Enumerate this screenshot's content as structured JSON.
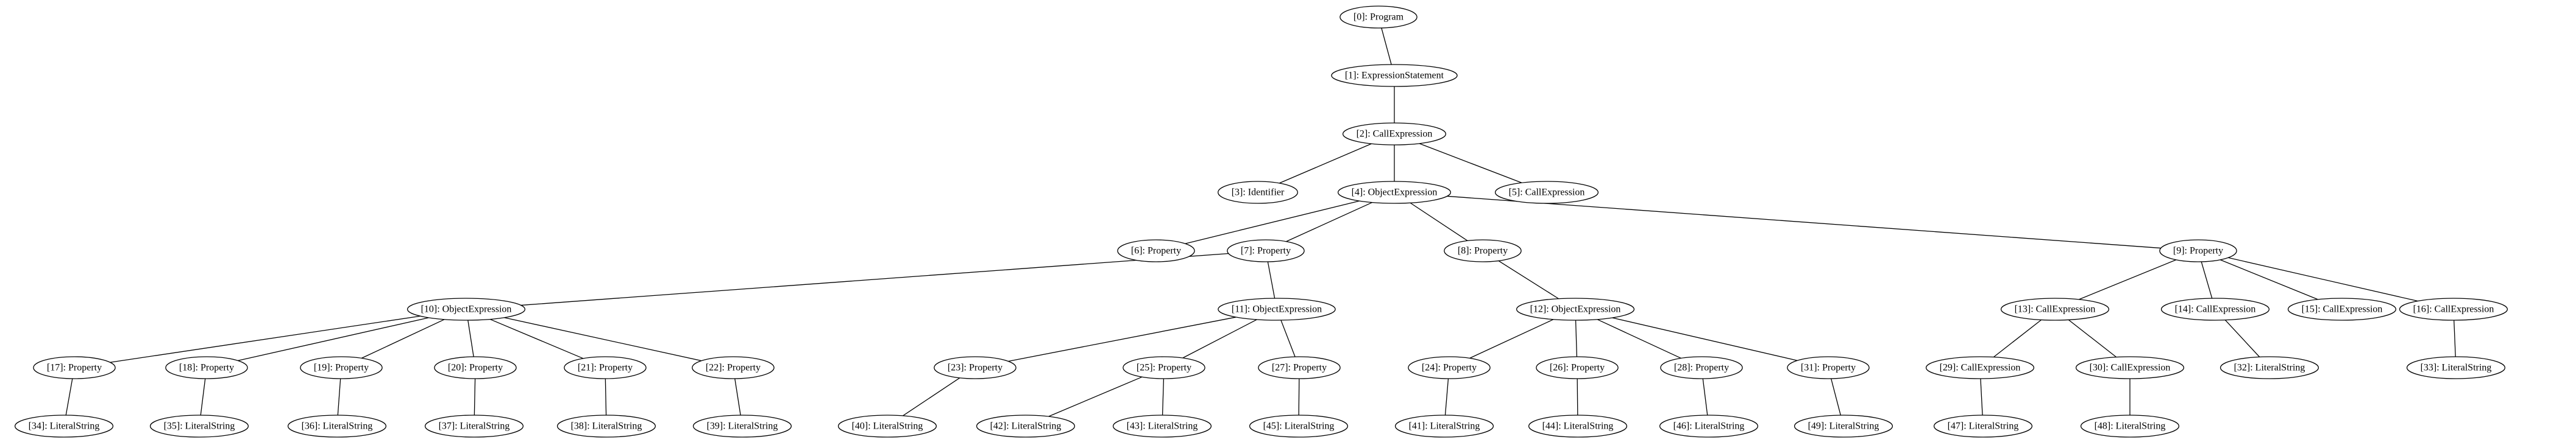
{
  "nodes": [
    {
      "id": 0,
      "label": "[0]: Program"
    },
    {
      "id": 1,
      "label": "[1]: ExpressionStatement"
    },
    {
      "id": 2,
      "label": "[2]: CallExpression"
    },
    {
      "id": 3,
      "label": "[3]: Identifier"
    },
    {
      "id": 4,
      "label": "[4]: ObjectExpression"
    },
    {
      "id": 5,
      "label": "[5]: CallExpression"
    },
    {
      "id": 6,
      "label": "[6]: Property"
    },
    {
      "id": 7,
      "label": "[7]: Property"
    },
    {
      "id": 8,
      "label": "[8]: Property"
    },
    {
      "id": 9,
      "label": "[9]: Property"
    },
    {
      "id": 10,
      "label": "[10]: ObjectExpression"
    },
    {
      "id": 11,
      "label": "[11]: ObjectExpression"
    },
    {
      "id": 12,
      "label": "[12]: ObjectExpression"
    },
    {
      "id": 13,
      "label": "[13]: CallExpression"
    },
    {
      "id": 14,
      "label": "[14]: CallExpression"
    },
    {
      "id": 15,
      "label": "[15]: CallExpression"
    },
    {
      "id": 16,
      "label": "[16]: CallExpression"
    },
    {
      "id": 17,
      "label": "[17]: Property"
    },
    {
      "id": 18,
      "label": "[18]: Property"
    },
    {
      "id": 19,
      "label": "[19]: Property"
    },
    {
      "id": 20,
      "label": "[20]: Property"
    },
    {
      "id": 21,
      "label": "[21]: Property"
    },
    {
      "id": 22,
      "label": "[22]: Property"
    },
    {
      "id": 23,
      "label": "[23]: Property"
    },
    {
      "id": 25,
      "label": "[25]: Property"
    },
    {
      "id": 27,
      "label": "[27]: Property"
    },
    {
      "id": 24,
      "label": "[24]: Property"
    },
    {
      "id": 26,
      "label": "[26]: Property"
    },
    {
      "id": 28,
      "label": "[28]: Property"
    },
    {
      "id": 31,
      "label": "[31]: Property"
    },
    {
      "id": 29,
      "label": "[29]: CallExpression"
    },
    {
      "id": 30,
      "label": "[30]: CallExpression"
    },
    {
      "id": 32,
      "label": "[32]: LiteralString"
    },
    {
      "id": 33,
      "label": "[33]: LiteralString"
    },
    {
      "id": 34,
      "label": "[34]: LiteralString"
    },
    {
      "id": 35,
      "label": "[35]: LiteralString"
    },
    {
      "id": 36,
      "label": "[36]: LiteralString"
    },
    {
      "id": 37,
      "label": "[37]: LiteralString"
    },
    {
      "id": 38,
      "label": "[38]: LiteralString"
    },
    {
      "id": 39,
      "label": "[39]: LiteralString"
    },
    {
      "id": 40,
      "label": "[40]: LiteralString"
    },
    {
      "id": 42,
      "label": "[42]: LiteralString"
    },
    {
      "id": 43,
      "label": "[43]: LiteralString"
    },
    {
      "id": 45,
      "label": "[45]: LiteralString"
    },
    {
      "id": 41,
      "label": "[41]: LiteralString"
    },
    {
      "id": 44,
      "label": "[44]: LiteralString"
    },
    {
      "id": 46,
      "label": "[46]: LiteralString"
    },
    {
      "id": 49,
      "label": "[49]: LiteralString"
    },
    {
      "id": 47,
      "label": "[47]: LiteralString"
    },
    {
      "id": 48,
      "label": "[48]: LiteralString"
    }
  ],
  "edges": [
    [
      0,
      1
    ],
    [
      1,
      2
    ],
    [
      2,
      3
    ],
    [
      2,
      4
    ],
    [
      2,
      5
    ],
    [
      4,
      6
    ],
    [
      4,
      7
    ],
    [
      4,
      8
    ],
    [
      4,
      9
    ],
    [
      7,
      10
    ],
    [
      7,
      11
    ],
    [
      8,
      12
    ],
    [
      9,
      13
    ],
    [
      9,
      14
    ],
    [
      9,
      15
    ],
    [
      9,
      16
    ],
    [
      10,
      17
    ],
    [
      10,
      18
    ],
    [
      10,
      19
    ],
    [
      10,
      20
    ],
    [
      10,
      21
    ],
    [
      10,
      22
    ],
    [
      11,
      23
    ],
    [
      11,
      25
    ],
    [
      11,
      27
    ],
    [
      12,
      24
    ],
    [
      12,
      26
    ],
    [
      12,
      28
    ],
    [
      12,
      31
    ],
    [
      13,
      29
    ],
    [
      13,
      30
    ],
    [
      14,
      32
    ],
    [
      16,
      33
    ],
    [
      17,
      34
    ],
    [
      18,
      35
    ],
    [
      19,
      36
    ],
    [
      20,
      37
    ],
    [
      21,
      38
    ],
    [
      22,
      39
    ],
    [
      23,
      40
    ],
    [
      25,
      42
    ],
    [
      25,
      43
    ],
    [
      27,
      45
    ],
    [
      24,
      41
    ],
    [
      26,
      44
    ],
    [
      28,
      46
    ],
    [
      31,
      49
    ],
    [
      29,
      47
    ],
    [
      30,
      48
    ]
  ]
}
